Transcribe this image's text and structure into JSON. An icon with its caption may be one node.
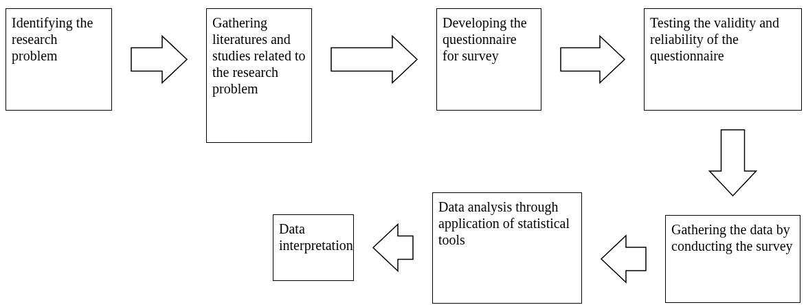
{
  "diagram": {
    "nodes": [
      {
        "text": [
          "Identifying the research problem"
        ]
      },
      {
        "text": [
          "Gathering literatures and studies related to the research problem"
        ]
      },
      {
        "text": [
          "Developing the questionnaire for survey"
        ]
      },
      {
        "text": [
          "Testing the validity and reliability of the questionnaire"
        ]
      },
      {
        "text": [
          "Gathering the data by conducting the survey"
        ]
      },
      {
        "text": [
          "Data analysis through application of statistical tools"
        ]
      },
      {
        "text": [
          "Data interpretation"
        ]
      }
    ],
    "edges": [
      {
        "from": 0,
        "to": 1,
        "arrow": "to"
      },
      {
        "from": 1,
        "to": 2,
        "arrow": "to"
      },
      {
        "from": 2,
        "to": 3,
        "arrow": "to"
      },
      {
        "from": 3,
        "to": 4,
        "arrow": "to"
      },
      {
        "from": 4,
        "to": 5,
        "arrow": "to"
      },
      {
        "from": 5,
        "to": 6,
        "arrow": "to"
      }
    ]
  }
}
